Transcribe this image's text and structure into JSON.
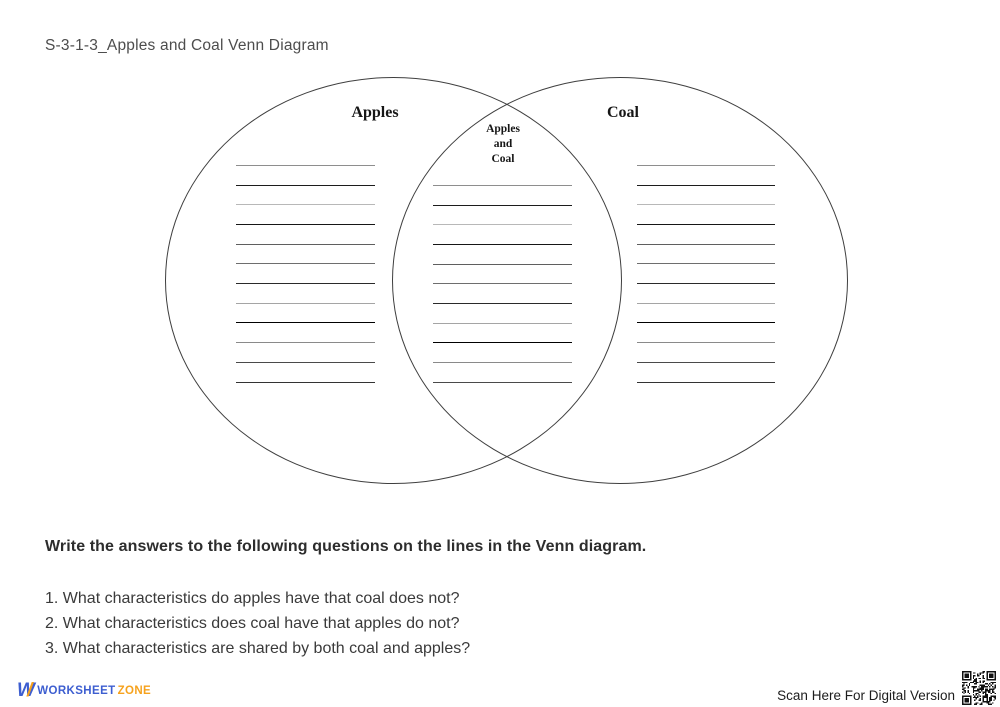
{
  "page": {
    "title": "S-3-1-3_Apples and Coal Venn Diagram"
  },
  "venn": {
    "left_label": "Apples",
    "right_label": "Coal",
    "intersection_label": [
      "Apples",
      "and",
      "Coal"
    ],
    "regions": [
      {
        "name": "apples",
        "line_count": 12
      },
      {
        "name": "apples-and-coal",
        "line_count": 11
      },
      {
        "name": "coal",
        "line_count": 12
      }
    ]
  },
  "instructions": {
    "heading": "Write the answers to the following questions on the lines in the Venn diagram.",
    "questions": [
      "1. What characteristics do apples have that coal does not?",
      "2. What characteristics does coal have that apples do not?",
      "3. What characteristics are shared by both coal and apples?"
    ]
  },
  "footer": {
    "logo_letter": "W",
    "logo_slash": "/",
    "brand_word1": "WORKSHEET",
    "brand_word2": "ZONE",
    "scan_label": "Scan Here For Digital Version"
  },
  "colors": {
    "brand_blue": "#3d5ed0",
    "brand_orange": "#f6a21d",
    "circle_stroke": "#3f3f3f"
  }
}
